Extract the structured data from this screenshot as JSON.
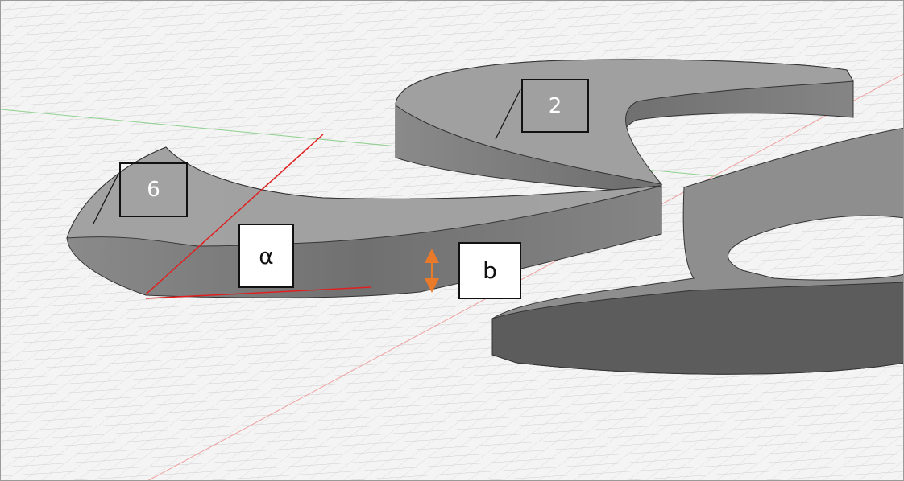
{
  "labels": {
    "part_2": "2",
    "part_6": "6",
    "angle": "α",
    "thickness": "b"
  },
  "colors": {
    "grid": "#c8c8c8",
    "part_top": "#9a9a9a",
    "part_side": "#6e6e6e",
    "annotation_line": "#e02020",
    "arrow": "#e87a2a"
  }
}
